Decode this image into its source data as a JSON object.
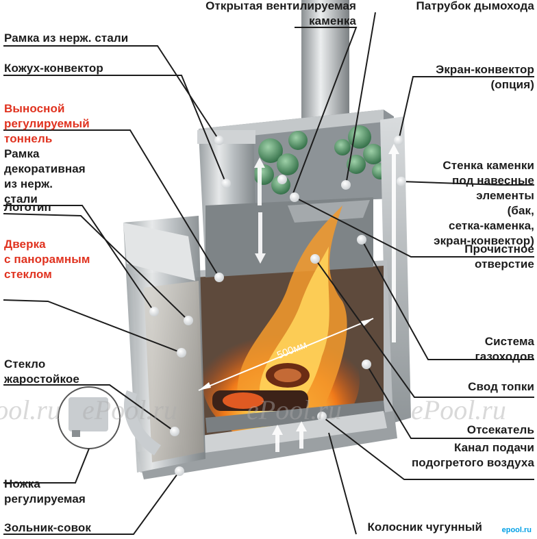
{
  "labels_left": [
    {
      "id": "frame-steel",
      "text": "Рамка из нерж. стали",
      "color": "#1c1c1c"
    },
    {
      "id": "casing",
      "text": "Кожух-конвектор",
      "color": "#1c1c1c"
    },
    {
      "id": "tunnel",
      "text": "Выносной\nрегулируемый\nтоннель",
      "color": "#e0321f"
    },
    {
      "id": "decor-frame",
      "text": "Рамка\nдекоративная\nиз нерж.\nстали",
      "color": "#1c1c1c"
    },
    {
      "id": "logo",
      "text": "Логотип",
      "color": "#1c1c1c"
    },
    {
      "id": "door",
      "text": "Дверка\nс панорамным\nстеклом",
      "color": "#e0321f"
    },
    {
      "id": "glass",
      "text": "Стекло\nжаростойкое",
      "color": "#1c1c1c"
    },
    {
      "id": "leg",
      "text": "Ножка\nрегулируемая",
      "color": "#1c1c1c"
    },
    {
      "id": "ash",
      "text": "Зольник-совок",
      "color": "#1c1c1c"
    }
  ],
  "labels_right": [
    {
      "id": "open-stove",
      "text": "Открытая вентилируемая\nкаменка"
    },
    {
      "id": "chimney",
      "text": "Патрубок дымохода"
    },
    {
      "id": "screen",
      "text": "Экран-конвектор\n(опция)"
    },
    {
      "id": "wall",
      "text": "Стенка каменки\nпод навесные\nэлементы\n(бак,\nсетка-каменка,\nэкран-конвектор)"
    },
    {
      "id": "cleaning",
      "text": "Прочистное\nотверстие"
    },
    {
      "id": "gas",
      "text": "Система\nгазоходов"
    },
    {
      "id": "vault",
      "text": "Свод топки"
    },
    {
      "id": "cutoff",
      "text": "Отсекатель"
    },
    {
      "id": "air",
      "text": "Канал подачи\nподогретого воздуха"
    },
    {
      "id": "grate",
      "text": "Колосник чугунный"
    }
  ],
  "dimension": "500мм",
  "watermark": "ePool.ru",
  "corner_logo": "epool.ru"
}
